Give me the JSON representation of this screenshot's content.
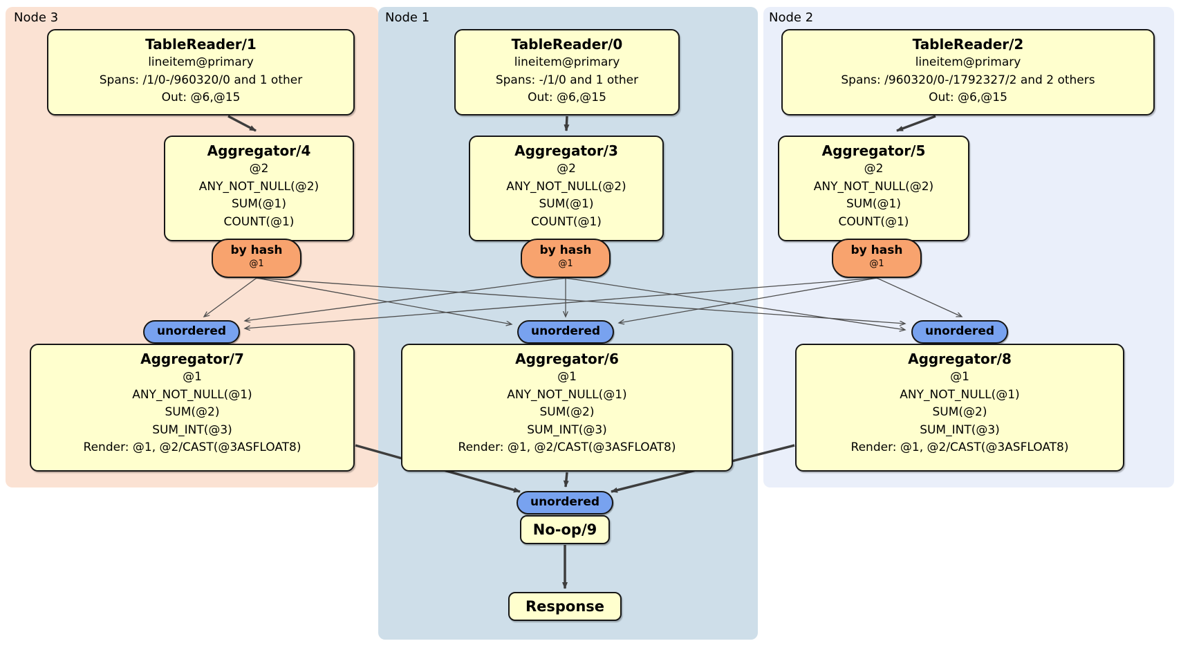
{
  "colors": {
    "node3_bg": "#fbe2d3",
    "node1_bg": "#cedee9",
    "node2_bg": "#eaeffa",
    "processor_box": "#ffffce",
    "router_oval": "#f8a36e",
    "stream_oval": "#78a2ef",
    "edge_thin": "#4d4d4d",
    "edge_thick": "#3d3d3d"
  },
  "nodes": {
    "n3": {
      "label": "Node 3"
    },
    "n1": {
      "label": "Node 1"
    },
    "n2": {
      "label": "Node 2"
    }
  },
  "boxes": {
    "tr1": {
      "title": "TableReader/1",
      "lines": [
        "lineitem@primary",
        "Spans: /1/0-/960320/0 and 1 other",
        "Out: @6,@15"
      ]
    },
    "tr0": {
      "title": "TableReader/0",
      "lines": [
        "lineitem@primary",
        "Spans: -/1/0 and 1 other",
        "Out: @6,@15"
      ]
    },
    "tr2": {
      "title": "TableReader/2",
      "lines": [
        "lineitem@primary",
        "Spans: /960320/0-/1792327/2 and 2 others",
        "Out: @6,@15"
      ]
    },
    "agg4": {
      "title": "Aggregator/4",
      "lines": [
        "@2",
        "ANY_NOT_NULL(@2)",
        "SUM(@1)",
        "COUNT(@1)"
      ]
    },
    "agg3": {
      "title": "Aggregator/3",
      "lines": [
        "@2",
        "ANY_NOT_NULL(@2)",
        "SUM(@1)",
        "COUNT(@1)"
      ]
    },
    "agg5": {
      "title": "Aggregator/5",
      "lines": [
        "@2",
        "ANY_NOT_NULL(@2)",
        "SUM(@1)",
        "COUNT(@1)"
      ]
    },
    "agg7": {
      "title": "Aggregator/7",
      "lines": [
        "@1",
        "ANY_NOT_NULL(@1)",
        "SUM(@2)",
        "SUM_INT(@3)",
        "Render: @1, @2/CAST(@3ASFLOAT8)"
      ]
    },
    "agg6": {
      "title": "Aggregator/6",
      "lines": [
        "@1",
        "ANY_NOT_NULL(@1)",
        "SUM(@2)",
        "SUM_INT(@3)",
        "Render: @1, @2/CAST(@3ASFLOAT8)"
      ]
    },
    "agg8": {
      "title": "Aggregator/8",
      "lines": [
        "@1",
        "ANY_NOT_NULL(@1)",
        "SUM(@2)",
        "SUM_INT(@3)",
        "Render: @1, @2/CAST(@3ASFLOAT8)"
      ]
    },
    "noop": {
      "title": "No-op/9"
    },
    "response": {
      "title": "Response"
    }
  },
  "ovals": {
    "by_hash": "by hash",
    "by_hash_key": "@1",
    "unordered": "unordered"
  }
}
